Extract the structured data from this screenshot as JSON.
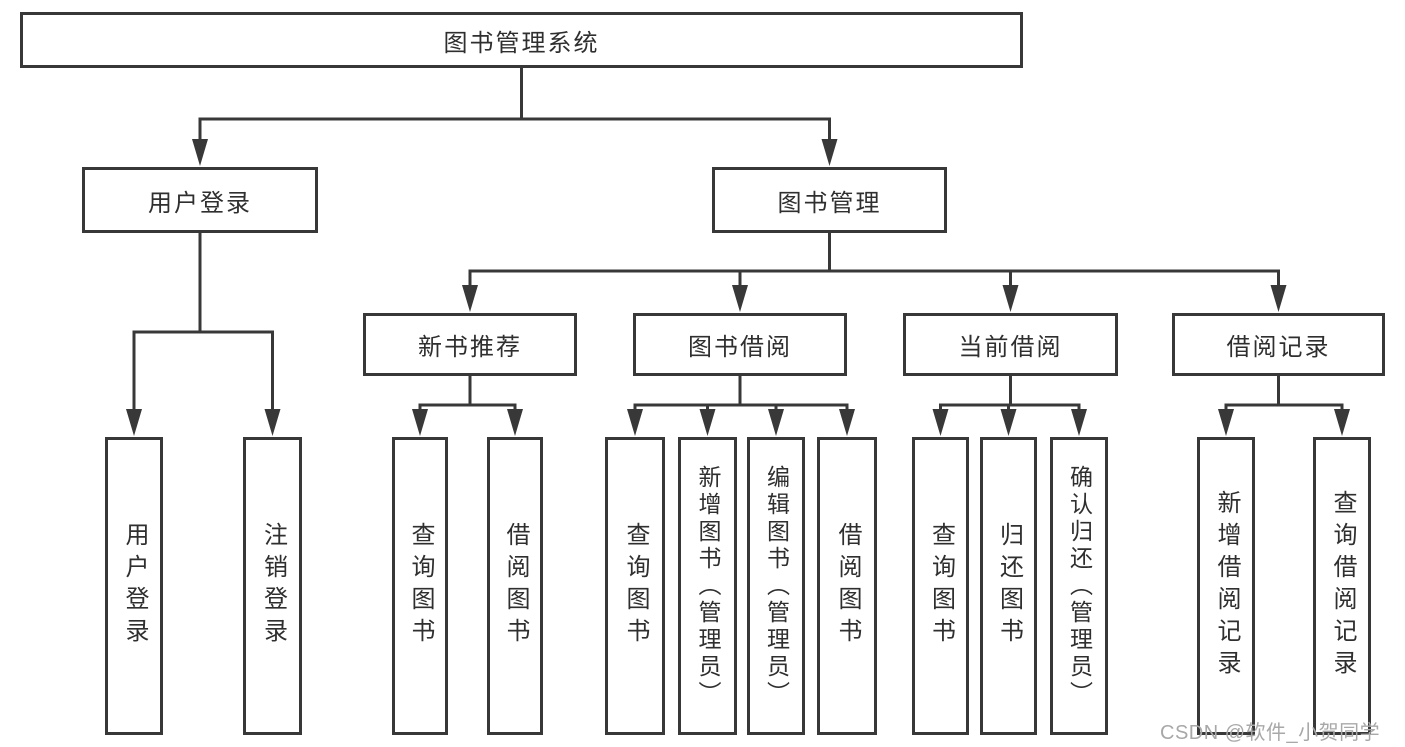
{
  "diagram": {
    "root": "图书管理系统",
    "level2": [
      "用户登录",
      "图书管理"
    ],
    "level3": [
      "新书推荐",
      "图书借阅",
      "当前借阅",
      "借阅记录"
    ],
    "leaves": {
      "user_login": [
        "用户登录",
        "注销登录"
      ],
      "new_books": [
        "查询图书",
        "借阅图书"
      ],
      "borrowing": [
        "查询图书",
        "新增图书（管理员）",
        "编辑图书（管理员）",
        "借阅图书"
      ],
      "current": [
        "查询图书",
        "归还图书",
        "确认归还（管理员）"
      ],
      "records": [
        "新增借阅记录",
        "查询借阅记录"
      ]
    }
  },
  "watermark": "CSDN @软件_小贺同学",
  "colors": {
    "line": "#383838",
    "text": "#2f2f2f",
    "watermark": "#a8a8a8",
    "background": "#ffffff"
  }
}
